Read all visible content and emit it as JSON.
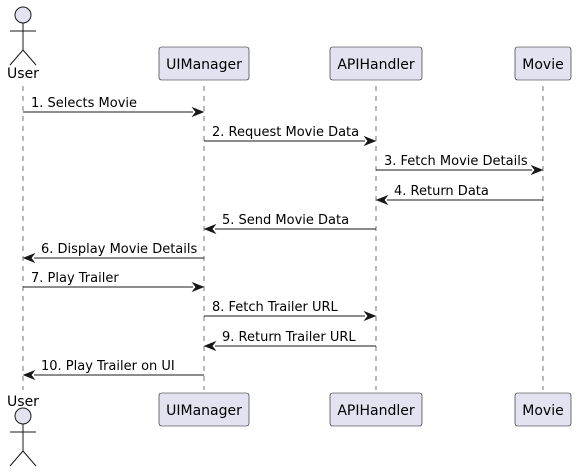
{
  "participants": [
    {
      "id": "user",
      "label": "User",
      "kind": "actor"
    },
    {
      "id": "uimanager",
      "label": "UIManager",
      "kind": "participant"
    },
    {
      "id": "apihandler",
      "label": "APIHandler",
      "kind": "participant"
    },
    {
      "id": "movie",
      "label": "Movie",
      "kind": "participant"
    }
  ],
  "messages": [
    {
      "from": "user",
      "to": "uimanager",
      "label": "1. Selects Movie"
    },
    {
      "from": "uimanager",
      "to": "apihandler",
      "label": "2. Request Movie Data"
    },
    {
      "from": "apihandler",
      "to": "movie",
      "label": "3. Fetch Movie Details"
    },
    {
      "from": "movie",
      "to": "apihandler",
      "label": "4. Return Data"
    },
    {
      "from": "apihandler",
      "to": "uimanager",
      "label": "5. Send Movie Data"
    },
    {
      "from": "uimanager",
      "to": "user",
      "label": "6. Display Movie Details"
    },
    {
      "from": "user",
      "to": "uimanager",
      "label": "7. Play Trailer"
    },
    {
      "from": "uimanager",
      "to": "apihandler",
      "label": "8. Fetch Trailer URL"
    },
    {
      "from": "apihandler",
      "to": "uimanager",
      "label": "9. Return Trailer URL"
    },
    {
      "from": "uimanager",
      "to": "user",
      "label": "10. Play Trailer on UI"
    }
  ],
  "colors": {
    "participant_fill": "#E2E2F0",
    "stroke": "#181818",
    "text": "#000000"
  }
}
